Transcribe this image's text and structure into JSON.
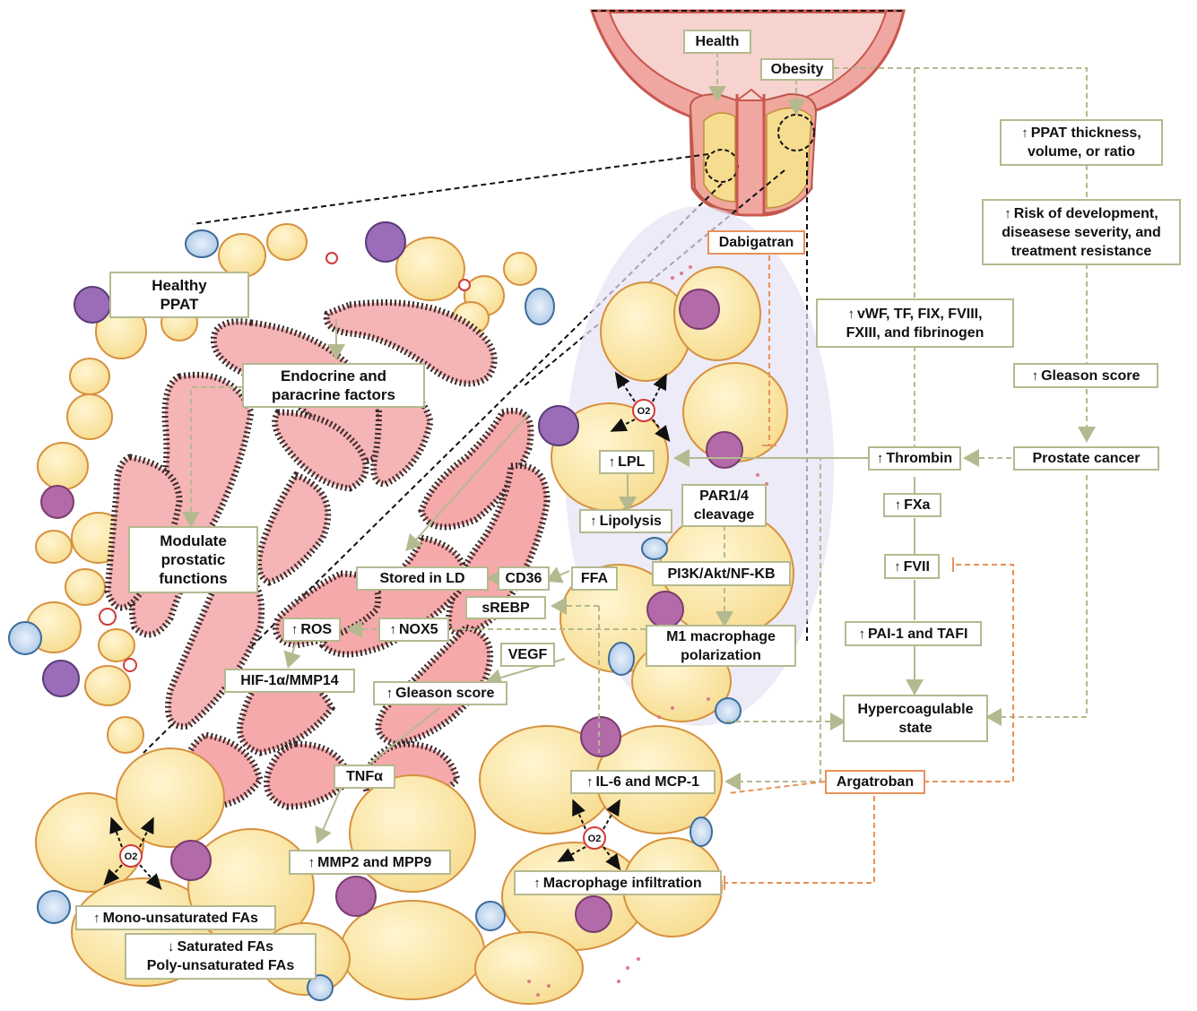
{
  "colors": {
    "box_border": "#b5b98f",
    "drug_border": "#e8915a",
    "adipocyte_fill": "#fbe6a7",
    "adipocyte_stroke": "#d6913f",
    "macrophage": "#9b6db8",
    "m1_macrophage": "#b26aa8",
    "tissue_fill": "#f5b4b6",
    "tissue_stroke": "#3c2a2a",
    "bladder": "#e0676a"
  },
  "labels": {
    "health": "Health",
    "obesity": "Obesity",
    "healthy_ppat_1": "Healthy",
    "healthy_ppat_2": "PPAT",
    "endocrine_1": "Endocrine and",
    "endocrine_2": "paracrine factors",
    "modulate_1": "Modulate",
    "modulate_2": "prostatic",
    "modulate_3": "functions",
    "dabigatran": "Dabigatran",
    "ppat_thickness_1": "PPAT thickness,",
    "ppat_thickness_2": "volume, or ratio",
    "risk_1": "Risk of development,",
    "risk_2": "diseasese severity, and",
    "risk_3": "treatment resistance",
    "vwf_1": "vWF, TF, FIX, FVIII,",
    "vwf_2": "FXIII, and fibrinogen",
    "gleason_right": "Gleason score",
    "thrombin": "Thrombin",
    "prostate_cancer": "Prostate cancer",
    "lpl": "LPL",
    "lipolysis": "Lipolysis",
    "par_1": "PAR1/4",
    "par_2": "cleavage",
    "fxa": "FXa",
    "fvii": "FVII",
    "stored_ld": "Stored in LD",
    "cd36": "CD36",
    "ffa": "FFA",
    "pi3k": "PI3K/Akt/NF-KB",
    "srebp": "sREBP",
    "ros": "ROS",
    "nox5": "NOX5",
    "m1_1": "M1 macrophage",
    "m1_2": "polarization",
    "pai": "PAI-1 and TAFI",
    "vegf": "VEGF",
    "hif": "HIF-1α/MMP14",
    "gleason_mid": "Gleason score",
    "hypercoag_1": "Hypercoagulable",
    "hypercoag_2": "state",
    "tnfa": "TNFα",
    "il6": "IL-6 and MCP-1",
    "argatroban": "Argatroban",
    "mmp": "MMP2 and MPP9",
    "macro_infil": "Macrophage infiltration",
    "mono_fa": "Mono-unsaturated FAs",
    "sat_fa": "Saturated FAs",
    "poly_fa": "Poly-unsaturated FAs",
    "o2": "O2"
  }
}
